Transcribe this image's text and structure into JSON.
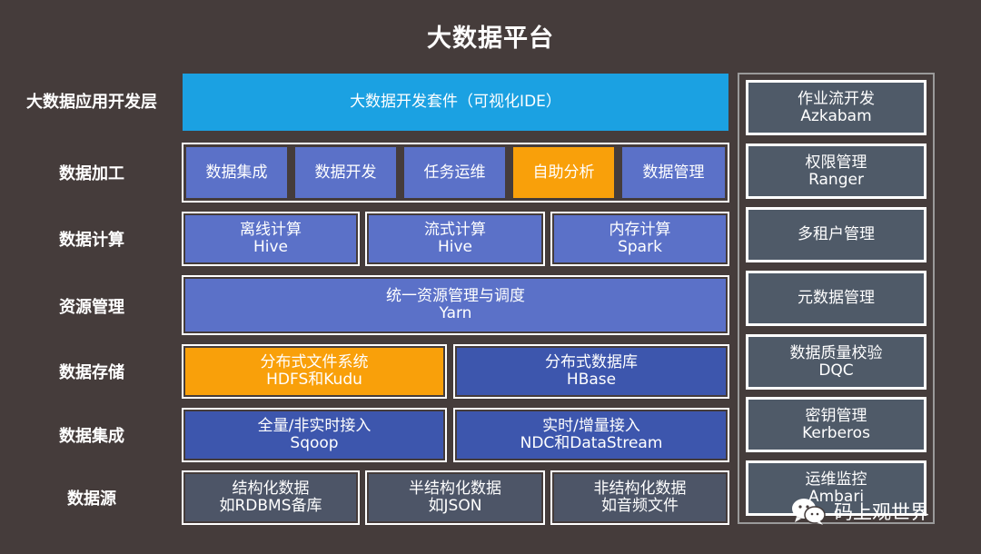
{
  "title": "大数据平台",
  "rows": [
    {
      "label": "大数据应用开发层",
      "cells": [
        {
          "lines": [
            "大数据开发套件（可视化IDE）"
          ],
          "color": "#1ba1e2"
        }
      ]
    },
    {
      "label": "数据加工",
      "cells": [
        {
          "lines": [
            "数据集成"
          ],
          "color": "#5b71c8"
        },
        {
          "lines": [
            "数据开发"
          ],
          "color": "#5b71c8"
        },
        {
          "lines": [
            "任务运维"
          ],
          "color": "#5b71c8"
        },
        {
          "lines": [
            "自助分析"
          ],
          "color": "#f9a00a"
        },
        {
          "lines": [
            "数据管理"
          ],
          "color": "#5b71c8"
        }
      ]
    },
    {
      "label": "数据计算",
      "cells": [
        {
          "lines": [
            "离线计算",
            "Hive"
          ],
          "color": "#5b71c8"
        },
        {
          "lines": [
            "流式计算",
            "Hive"
          ],
          "color": "#5b71c8"
        },
        {
          "lines": [
            "内存计算",
            "Spark"
          ],
          "color": "#5b71c8"
        }
      ]
    },
    {
      "label": "资源管理",
      "cells": [
        {
          "lines": [
            "统一资源管理与调度",
            "Yarn"
          ],
          "color": "#5b71c8"
        }
      ]
    },
    {
      "label": "数据存储",
      "cells": [
        {
          "lines": [
            "分布式文件系统",
            "HDFS和Kudu"
          ],
          "color": "#f9a00a"
        },
        {
          "lines": [
            "分布式数据库",
            "HBase"
          ],
          "color": "#3d56ad"
        }
      ]
    },
    {
      "label": "数据集成",
      "cells": [
        {
          "lines": [
            "全量/非实时接入",
            "Sqoop"
          ],
          "color": "#3d56ad"
        },
        {
          "lines": [
            "实时/增量接入",
            "NDC和DataStream"
          ],
          "color": "#3d56ad"
        }
      ]
    },
    {
      "label": "数据源",
      "cells": [
        {
          "lines": [
            "结构化数据",
            "如RDBMS备库"
          ],
          "color": "#4d5567"
        },
        {
          "lines": [
            "半结构化数据",
            "如JSON"
          ],
          "color": "#4d5567"
        },
        {
          "lines": [
            "非结构化数据",
            "如音频文件"
          ],
          "color": "#4d5567"
        }
      ]
    }
  ],
  "side": [
    {
      "lines": [
        "作业流开发",
        "Azkabam"
      ]
    },
    {
      "lines": [
        "权限管理",
        "Ranger"
      ]
    },
    {
      "lines": [
        "多租户管理"
      ]
    },
    {
      "lines": [
        "元数据管理"
      ]
    },
    {
      "lines": [
        "数据质量校验",
        "DQC"
      ]
    },
    {
      "lines": [
        "密钥管理",
        "Kerberos"
      ]
    },
    {
      "lines": [
        "运维监控",
        "Ambari"
      ]
    }
  ],
  "watermark": {
    "text": "码上观世界",
    "icon": "wechat-icon"
  }
}
